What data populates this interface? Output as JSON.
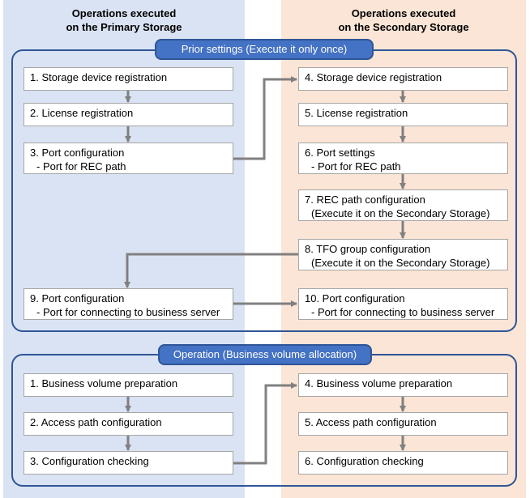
{
  "columns": {
    "primary_header": "Operations executed\non the Primary Storage",
    "secondary_header": "Operations executed\non the Secondary Storage"
  },
  "prior": {
    "title": "Prior settings (Execute it only once)",
    "primary": [
      {
        "label": "1. Storage device registration",
        "sub": ""
      },
      {
        "label": "2. License registration",
        "sub": ""
      },
      {
        "label": "3. Port configuration",
        "sub": "- Port for REC path"
      },
      {
        "label": "9. Port configuration",
        "sub": "- Port for connecting to business server"
      }
    ],
    "secondary": [
      {
        "label": "4. Storage device registration",
        "sub": ""
      },
      {
        "label": "5. License registration",
        "sub": ""
      },
      {
        "label": "6. Port settings",
        "sub": "- Port for REC path"
      },
      {
        "label": "7. REC path configuration",
        "sub": "(Execute it on the Secondary Storage)"
      },
      {
        "label": "8. TFO group configuration",
        "sub": "(Execute it on the Secondary Storage)"
      },
      {
        "label": "10. Port configuration",
        "sub": "- Port for connecting to business server"
      }
    ]
  },
  "operation": {
    "title": "Operation (Business volume allocation)",
    "primary": [
      {
        "label": "1. Business volume preparation",
        "sub": ""
      },
      {
        "label": "2. Access path configuration",
        "sub": ""
      },
      {
        "label": "3. Configuration checking",
        "sub": ""
      }
    ],
    "secondary": [
      {
        "label": "4. Business volume preparation",
        "sub": ""
      },
      {
        "label": "5. Access path configuration",
        "sub": ""
      },
      {
        "label": "6. Configuration checking",
        "sub": ""
      }
    ]
  },
  "colors": {
    "primary_bg": "#dae3f3",
    "secondary_bg": "#fbe5d6",
    "panel_border": "#2f5597",
    "title_fill": "#4472c4",
    "arrow": "#808080"
  }
}
